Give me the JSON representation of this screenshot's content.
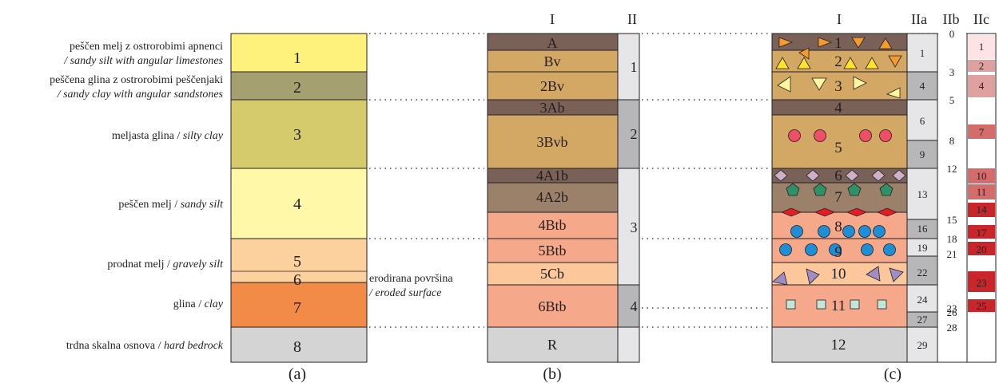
{
  "colors": {
    "c1": "#fff27c",
    "c2": "#a4a070",
    "c3": "#d6cb6c",
    "c4": "#fff8a8",
    "c5": "#fdd19d",
    "c7": "#f28a48",
    "c8": "#d4d4d4",
    "horizonDark": "#7a6157",
    "horizonTan": "#d3a764",
    "horizonBrown": "#9b806a",
    "horizonSalmon": "#f6a98a",
    "horizonPeach": "#fcc79b",
    "grayLight": "#e6e6e8",
    "grayMid": "#b7b7ba",
    "diamond": "#cdb1c9",
    "pentagon": "#2f9166",
    "redDiamond": "#e31d25",
    "blueDot": "#1e8fd7",
    "pinkDot": "#ee4f66",
    "triOrange": "#f59b2b",
    "triYellow": "#ffe42b",
    "triPale": "#fff6a0",
    "triViolet": "#a08dc4",
    "square": "#c4e6d6",
    "sampleLight": "#fde3e3",
    "sampleMid": "#dfa0a0",
    "sampleRose": "#d46c6c",
    "sampleRed": "#c8262b"
  },
  "legend": [
    {
      "slo": "peščen melj z ostrorobimi apnenci",
      "en": "/ sandy silt with angular limestones"
    },
    {
      "slo": "peščena glina z ostrorobimi peščenjaki",
      "en": "/ sandy clay with angular sandstones"
    },
    {
      "slo": "meljasta glina /",
      "en": "silty clay"
    },
    {
      "slo": "peščen melj /",
      "en": "sandy silt"
    },
    {
      "slo": "prodnat melj /",
      "en": "gravely silt"
    },
    {
      "slo": "glina /",
      "en": "clay"
    },
    {
      "slo": "trdna skalna osnova /",
      "en": "hard bedrock"
    }
  ],
  "columnA": {
    "caption": "(a)",
    "layers": [
      "1",
      "2",
      "3",
      "4",
      "5",
      "6",
      "7",
      "8"
    ]
  },
  "columnB": {
    "caption": "(b)",
    "headI": "I",
    "headII": "II",
    "horizons": [
      "A",
      "Bv",
      "2Bv",
      "3Ab",
      "3Bvb",
      "4A1b",
      "4A2b",
      "4Btb",
      "5Btb",
      "5Cb",
      "6Btb",
      "R"
    ],
    "units": [
      "1",
      "2",
      "3",
      "4"
    ]
  },
  "columnC": {
    "caption": "(c)",
    "headI": "I",
    "headIIa": "IIa",
    "headIIb": "IIb",
    "headIIc": "IIc",
    "layers": [
      "1",
      "2",
      "3",
      "4",
      "5",
      "6",
      "7",
      "8",
      "9",
      "10",
      "11",
      "12"
    ],
    "iia": [
      "1",
      "4",
      "6",
      "9",
      "13",
      "16",
      "19",
      "22",
      "24",
      "27",
      "29"
    ],
    "iib": [
      "0",
      "3",
      "5",
      "8",
      "12",
      "15",
      "18",
      "21",
      "23",
      "26",
      "28"
    ],
    "iic": [
      "1",
      "2",
      "4",
      "7",
      "10",
      "11",
      "14",
      "17",
      "20",
      "23",
      "25"
    ]
  },
  "erodedSurface": {
    "slo": "erodirana površina",
    "en": "/ eroded surface"
  }
}
